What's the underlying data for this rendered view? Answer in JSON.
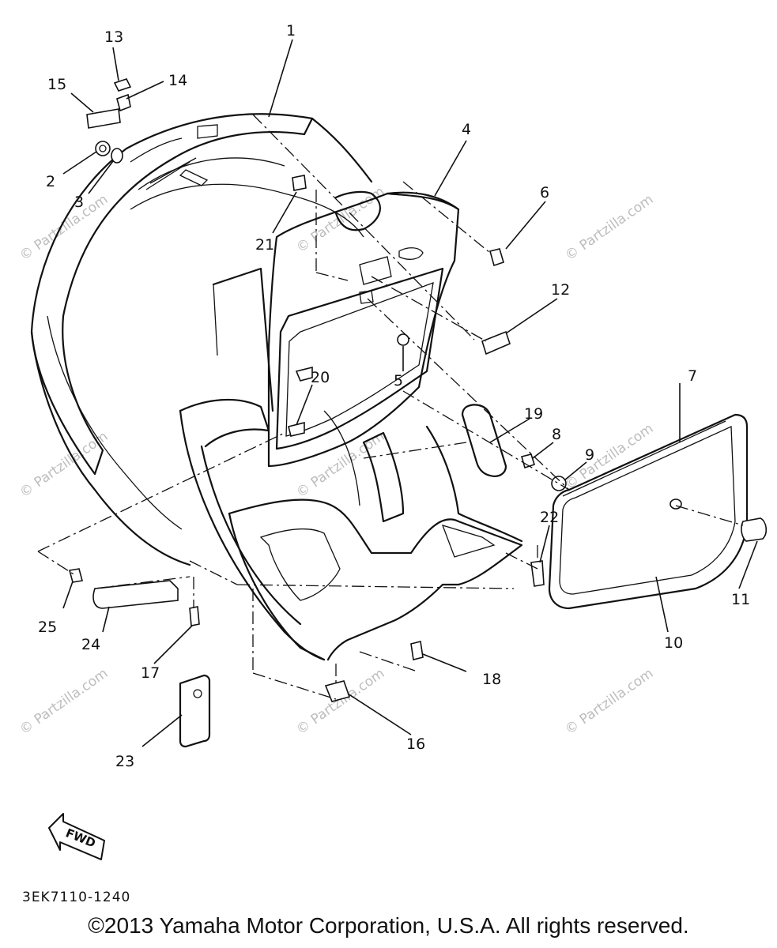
{
  "diagram": {
    "callouts": [
      "1",
      "2",
      "3",
      "4",
      "5",
      "6",
      "7",
      "8",
      "9",
      "10",
      "11",
      "12",
      "13",
      "14",
      "15",
      "16",
      "17",
      "18",
      "19",
      "20",
      "21",
      "22",
      "23",
      "24",
      "25"
    ],
    "watermark": "© Partzilla.com",
    "fwd_label": "FWD",
    "diagram_code": "3EK7110-1240",
    "copyright": "©2013 Yamaha Motor Corporation, U.S.A. All rights reserved."
  }
}
